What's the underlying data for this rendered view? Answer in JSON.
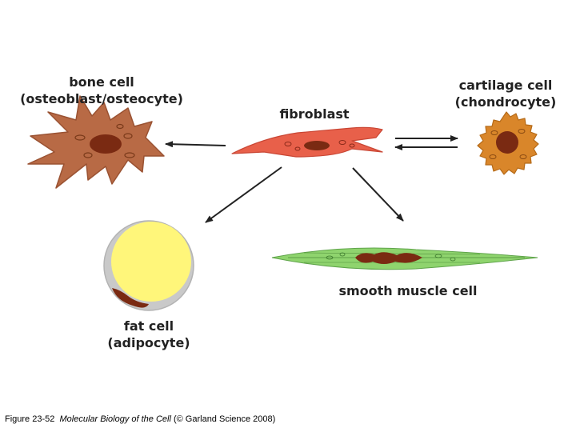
{
  "labels": {
    "bone_cell_line1": "bone cell",
    "bone_cell_line2": "(osteoblast/osteocyte)",
    "fibroblast": "fibroblast",
    "cartilage_cell_line1": "cartilage cell",
    "cartilage_cell_line2": "(chondrocyte)",
    "smooth_muscle_cell": "smooth muscle cell",
    "fat_cell_line1": "fat cell",
    "fat_cell_line2": "(adipocyte)"
  },
  "caption": {
    "figure_number": "Figure 23-52",
    "book_title": "Molecular Biology of the Cell",
    "credit": "(© Garland Science 2008)"
  },
  "colors": {
    "bone_cell": "#b86a45",
    "fibroblast": "#e8604a",
    "cartilage_cell": "#d9862a",
    "smooth_muscle": "#8fd46e",
    "fat_droplet": "#fff67a",
    "nucleus": "#7a2a12",
    "arrow": "#222222"
  }
}
